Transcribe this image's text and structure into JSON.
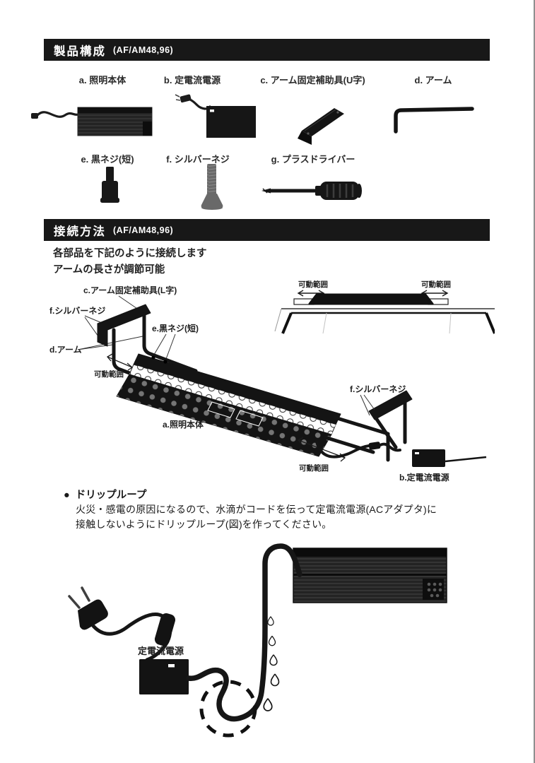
{
  "colors": {
    "ink": "#161616",
    "header_bar": "#181818",
    "page_bg": "#ffffff",
    "page_edge": "#8f8f8f"
  },
  "section1": {
    "title": "製品構成",
    "model": "(AF/AM48,96)",
    "parts_row1": [
      {
        "id": "a",
        "label": "a. 照明本体",
        "icon": "light-body-icon"
      },
      {
        "id": "b",
        "label": "b. 定電流電源",
        "icon": "power-supply-icon"
      },
      {
        "id": "c",
        "label": "c. アーム固定補助具(U字)",
        "icon": "arm-bracket-icon"
      },
      {
        "id": "d",
        "label": "d. アーム",
        "icon": "arm-rod-icon"
      }
    ],
    "parts_row2": [
      {
        "id": "e",
        "label": "e. 黒ネジ(短)",
        "icon": "black-screw-icon"
      },
      {
        "id": "f",
        "label": "f. シルバーネジ",
        "icon": "silver-screw-icon"
      },
      {
        "id": "g",
        "label": "g. プラスドライバー",
        "icon": "screwdriver-icon"
      }
    ]
  },
  "section2": {
    "title": "接続方法",
    "model": "(AF/AM48,96)",
    "desc_line1": "各部品を下記のように接続します",
    "desc_line2": "アームの長さが調節可能",
    "diagram_labels": {
      "bracket_l": "c.アーム固定補助具(L字)",
      "silver_screw_left": "f.シルバーネジ",
      "black_screw": "e.黒ネジ(短)",
      "arm": "d.アーム",
      "range_left": "可動範囲",
      "range_tank_left": "可動範囲",
      "range_tank_right": "可動範囲",
      "light_body": "a.照明本体",
      "silver_screw_right": "f.シルバーネジ",
      "range_bottom": "可動範囲",
      "power": "b.定電流電源"
    }
  },
  "driploop": {
    "bullet": "●",
    "title": "ドリップループ",
    "line1": "火災・感電の原因になるので、水滴がコードを伝って定電流電源(ACアダプタ)に",
    "line2": "接触しないようにドリップループ(図)を作ってください。",
    "diagram_labels": {
      "power": "定電流電源"
    }
  }
}
